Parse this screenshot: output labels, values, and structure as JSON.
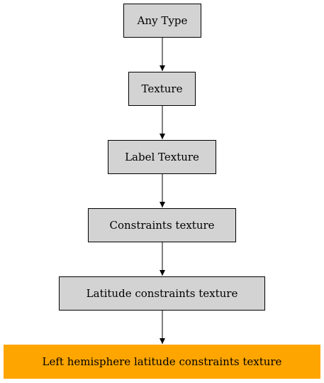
{
  "diagram": {
    "nodes": [
      {
        "id": "n0",
        "label": "Any Type",
        "fill": "#d3d3d3",
        "border": "#000000"
      },
      {
        "id": "n1",
        "label": "Texture",
        "fill": "#d3d3d3",
        "border": "#000000"
      },
      {
        "id": "n2",
        "label": "Label Texture",
        "fill": "#d3d3d3",
        "border": "#000000"
      },
      {
        "id": "n3",
        "label": "Constraints texture",
        "fill": "#d3d3d3",
        "border": "#000000"
      },
      {
        "id": "n4",
        "label": "Latitude constraints texture",
        "fill": "#d3d3d3",
        "border": "#000000"
      },
      {
        "id": "n5",
        "label": "Left hemisphere latitude constraints texture",
        "fill": "#ffa500",
        "border": "#ffa500"
      }
    ],
    "edges": [
      {
        "from": "n0",
        "to": "n1"
      },
      {
        "from": "n1",
        "to": "n2"
      },
      {
        "from": "n2",
        "to": "n3"
      },
      {
        "from": "n3",
        "to": "n4"
      },
      {
        "from": "n4",
        "to": "n5"
      }
    ]
  }
}
